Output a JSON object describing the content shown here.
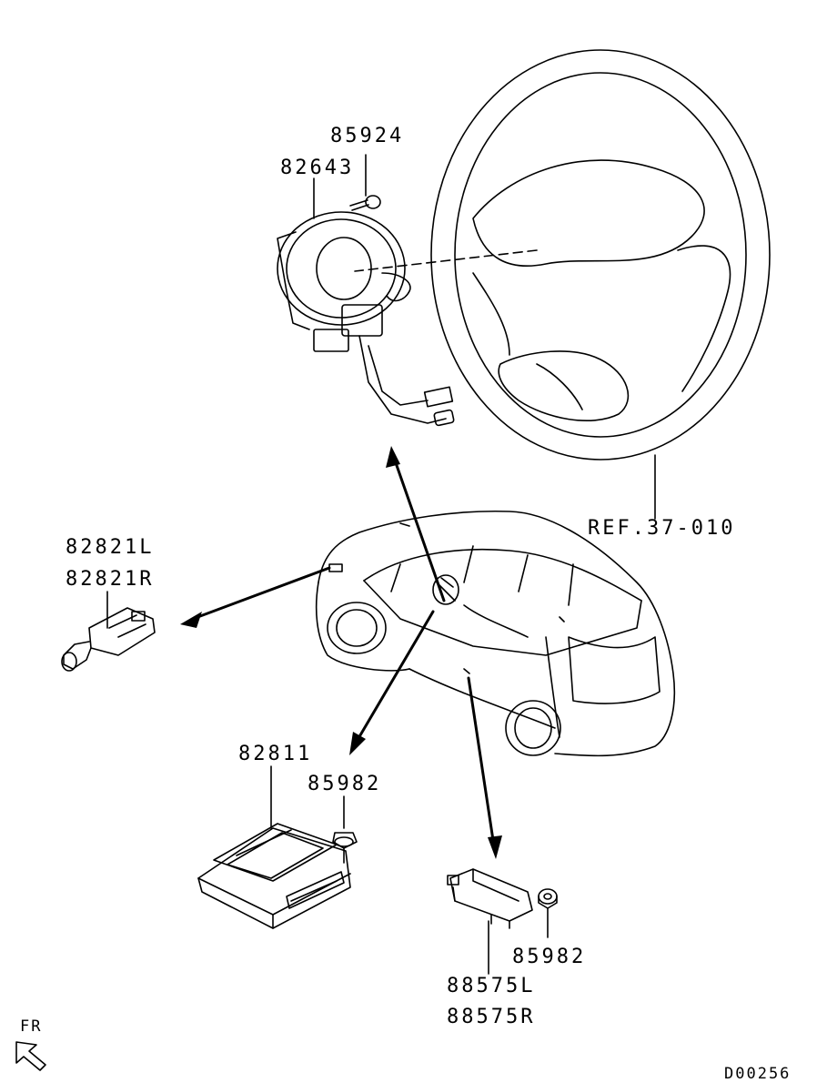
{
  "labels": {
    "p85924": "85924",
    "p82643": "82643",
    "ref": "REF.37-010",
    "p82821l": "82821L",
    "p82821r": "82821R",
    "p82811": "82811",
    "p85982a": "85982",
    "p85982b": "85982",
    "p88575l": "88575L",
    "p88575r": "88575R",
    "fr": "FR",
    "code": "D00256"
  },
  "colors": {
    "ink": "#000000",
    "paper": "#ffffff"
  },
  "icons": {
    "front_direction": "fr-arrow-icon"
  }
}
